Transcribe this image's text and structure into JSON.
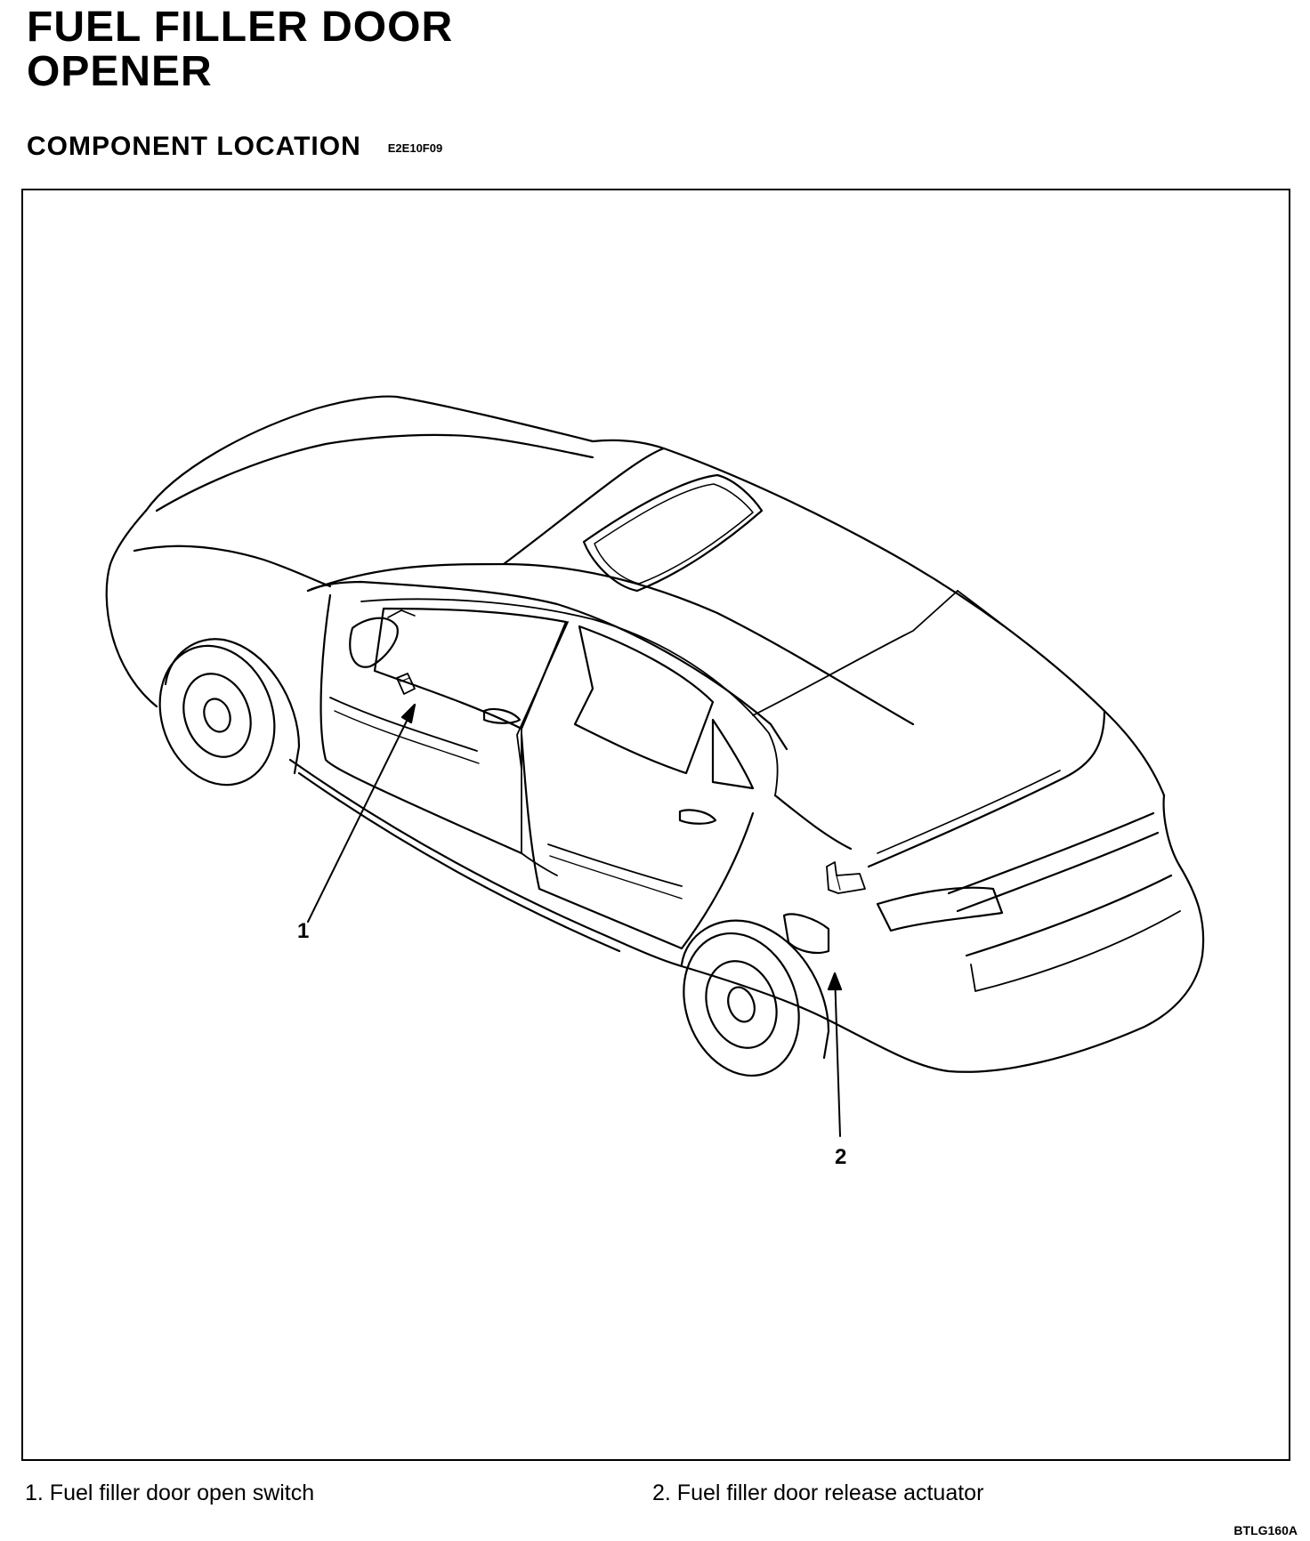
{
  "title": "FUEL FILLER DOOR\nOPENER",
  "section": {
    "heading": "COMPONENT LOCATION",
    "code": "E2E10F09"
  },
  "diagram": {
    "callouts": [
      {
        "number": "1"
      },
      {
        "number": "2"
      }
    ]
  },
  "legend": [
    "1. Fuel filler door open switch",
    "2. Fuel filler door release actuator"
  ],
  "figure_id": "BTLG160A"
}
